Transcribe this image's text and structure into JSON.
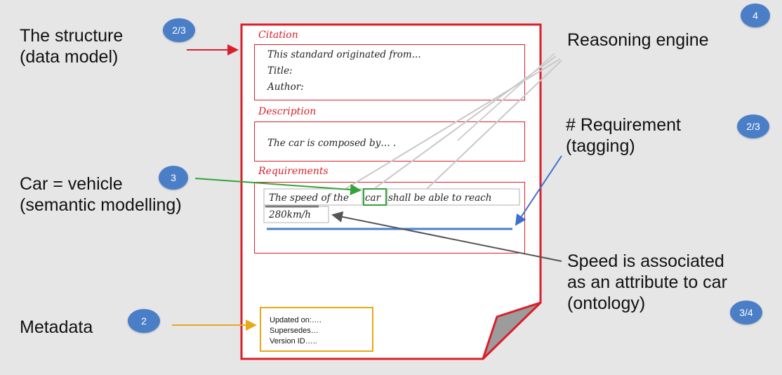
{
  "labels": {
    "structure": [
      "The structure",
      "(data model)"
    ],
    "car_vehicle": [
      "Car = vehicle",
      "(semantic modelling)"
    ],
    "metadata": "Metadata",
    "reasoning": "Reasoning engine",
    "requirement": [
      "# Requirement",
      "(tagging)"
    ],
    "speed": [
      "Speed is associated",
      "as an attribute to car",
      "(ontology)"
    ]
  },
  "badges": {
    "structure": "2/3",
    "car_vehicle": "3",
    "metadata": "2",
    "reasoning": "4",
    "requirement": "2/3",
    "speed": "3/4"
  },
  "document": {
    "citation": {
      "title": "Citation",
      "lines": [
        "This standard originated from...",
        "Title:",
        "Author:"
      ]
    },
    "description": {
      "title": "Description",
      "text": "The car is composed by… ."
    },
    "requirements": {
      "title": "Requirements",
      "line1_pre": "The speed of the",
      "term": "car",
      "line1_post": "shall be able to reach",
      "value": "280km/h"
    },
    "metadata_box": {
      "lines": [
        "Updated on:….",
        "Supersedes…",
        "Version ID….."
      ]
    }
  },
  "colors": {
    "red": "#d9202a",
    "green": "#33a33a",
    "blue": "#3d6fd1",
    "gray": "#666666",
    "orange": "#e8a818",
    "badge": "#4a7fc8",
    "highlight": "#4a7fd0"
  }
}
